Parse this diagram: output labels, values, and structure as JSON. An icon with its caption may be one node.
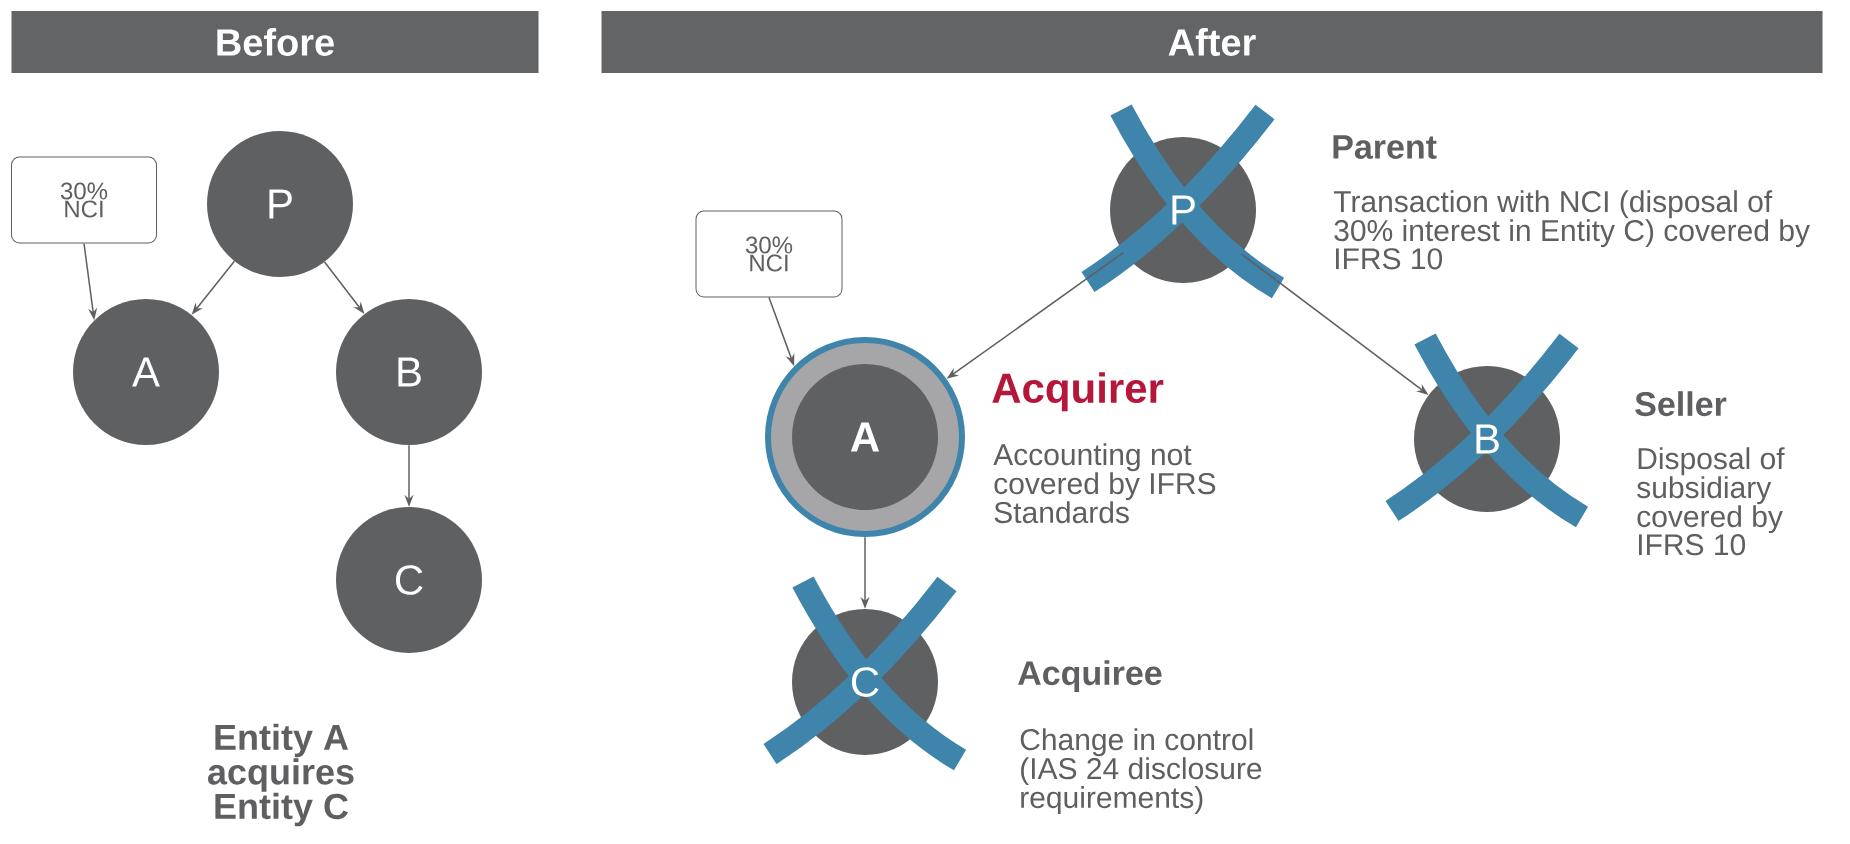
{
  "diagram": {
    "nodes": [
      {
        "text": [
          "Before"
        ]
      },
      {
        "text": [
          "After"
        ]
      },
      {
        "text": [
          "30% NCI"
        ]
      },
      {
        "text": [
          "P"
        ]
      },
      {
        "text": [
          "A"
        ]
      },
      {
        "text": [
          "B"
        ]
      },
      {
        "text": [
          "C"
        ]
      },
      {
        "text": [
          "30% NCI"
        ]
      },
      {
        "text": [
          "P"
        ],
        "beside": [
          "Parent",
          "Transaction with NCI (disposal of 30% interest in Entity C) covered by IFRS 10"
        ]
      },
      {
        "text": [
          "A"
        ],
        "beside": [
          "Acquirer",
          "Accounting not covered by IFRS Standards"
        ]
      },
      {
        "text": [
          "B"
        ],
        "beside": [
          "Seller",
          "Disposal of subsidiary covered by IFRS 10"
        ]
      },
      {
        "text": [
          "C"
        ],
        "beside": [
          "Acquiree",
          "Change in control (IAS 24 disclosure requirements)"
        ]
      }
    ],
    "edges": [
      {
        "from": 2,
        "to": 4,
        "arrow": "to"
      },
      {
        "from": 3,
        "to": 4,
        "arrow": "to"
      },
      {
        "from": 3,
        "to": 5,
        "arrow": "to"
      },
      {
        "from": 5,
        "to": 6,
        "arrow": "to"
      },
      {
        "from": 7,
        "to": 9,
        "arrow": "to"
      },
      {
        "from": 8,
        "to": 9,
        "arrow": "to"
      },
      {
        "from": 8,
        "to": 10,
        "arrow": "to"
      },
      {
        "from": 9,
        "to": 11,
        "arrow": "to"
      }
    ],
    "labels": [
      "Entity A acquires Entity C"
    ]
  }
}
